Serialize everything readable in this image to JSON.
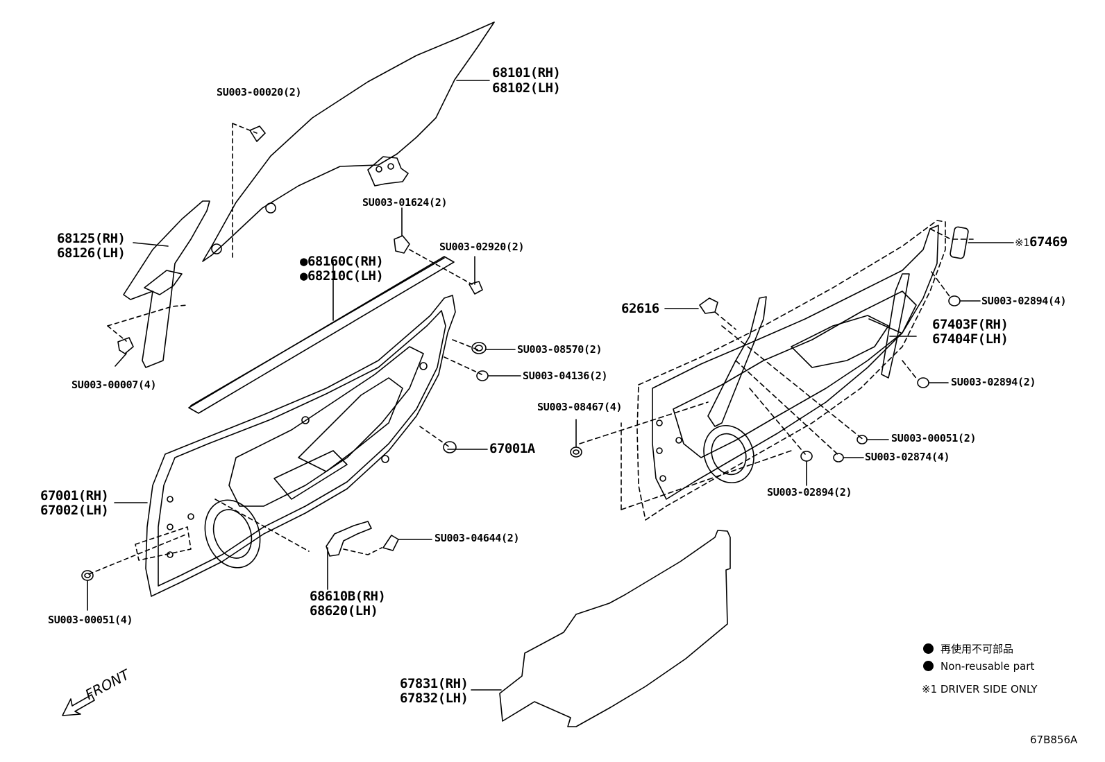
{
  "callouts": {
    "glass": [
      "68101(RH)",
      "68102(LH)"
    ],
    "bolt_top": "SU003-00020(2)",
    "division_bar": [
      "68125(RH)",
      "68126(LH)"
    ],
    "bolt_left": "SU003-00007(4)",
    "bolt_glass": "SU003-01624(2)",
    "bolt_belt": "SU003-02920(2)",
    "belt_moulding": [
      "●68160C(RH)",
      "●68210C(LH)"
    ],
    "grommet_a": "SU003-08570(2)",
    "grommet_b": "SU003-04136(2)",
    "door_plug": "67001A",
    "door_panel": [
      "67001(RH)",
      "67002(LH)"
    ],
    "nut_bottom": "SU003-00051(4)",
    "bolt_check": "SU003-04644(2)",
    "door_check": [
      "68610B(RH)",
      "68620(LH)"
    ],
    "service_cover": [
      "67831(RH)",
      "67832(LH)"
    ],
    "bracket": "62616",
    "switch_pad": "67469",
    "switch_pad_mark": "※1",
    "nut_r1": "SU003-02894(4)",
    "regulator": [
      "67403F(RH)",
      "67404F(LH)"
    ],
    "nut_r2": "SU003-02894(2)",
    "grommet_r": "SU003-08467(4)",
    "nut_r3": "SU003-00051(2)",
    "nut_r4": "SU003-02874(4)",
    "nut_r5": "SU003-02894(2)"
  },
  "legend": {
    "non_reusable_jp": "再使用不可部品",
    "non_reusable_en": "Non-reusable part",
    "driver_side": "※1 DRIVER SIDE ONLY"
  },
  "direction": "FRONT",
  "illustration_code": "67B856A",
  "icons": [
    "filled-dot-icon",
    "front-arrow-icon"
  ]
}
